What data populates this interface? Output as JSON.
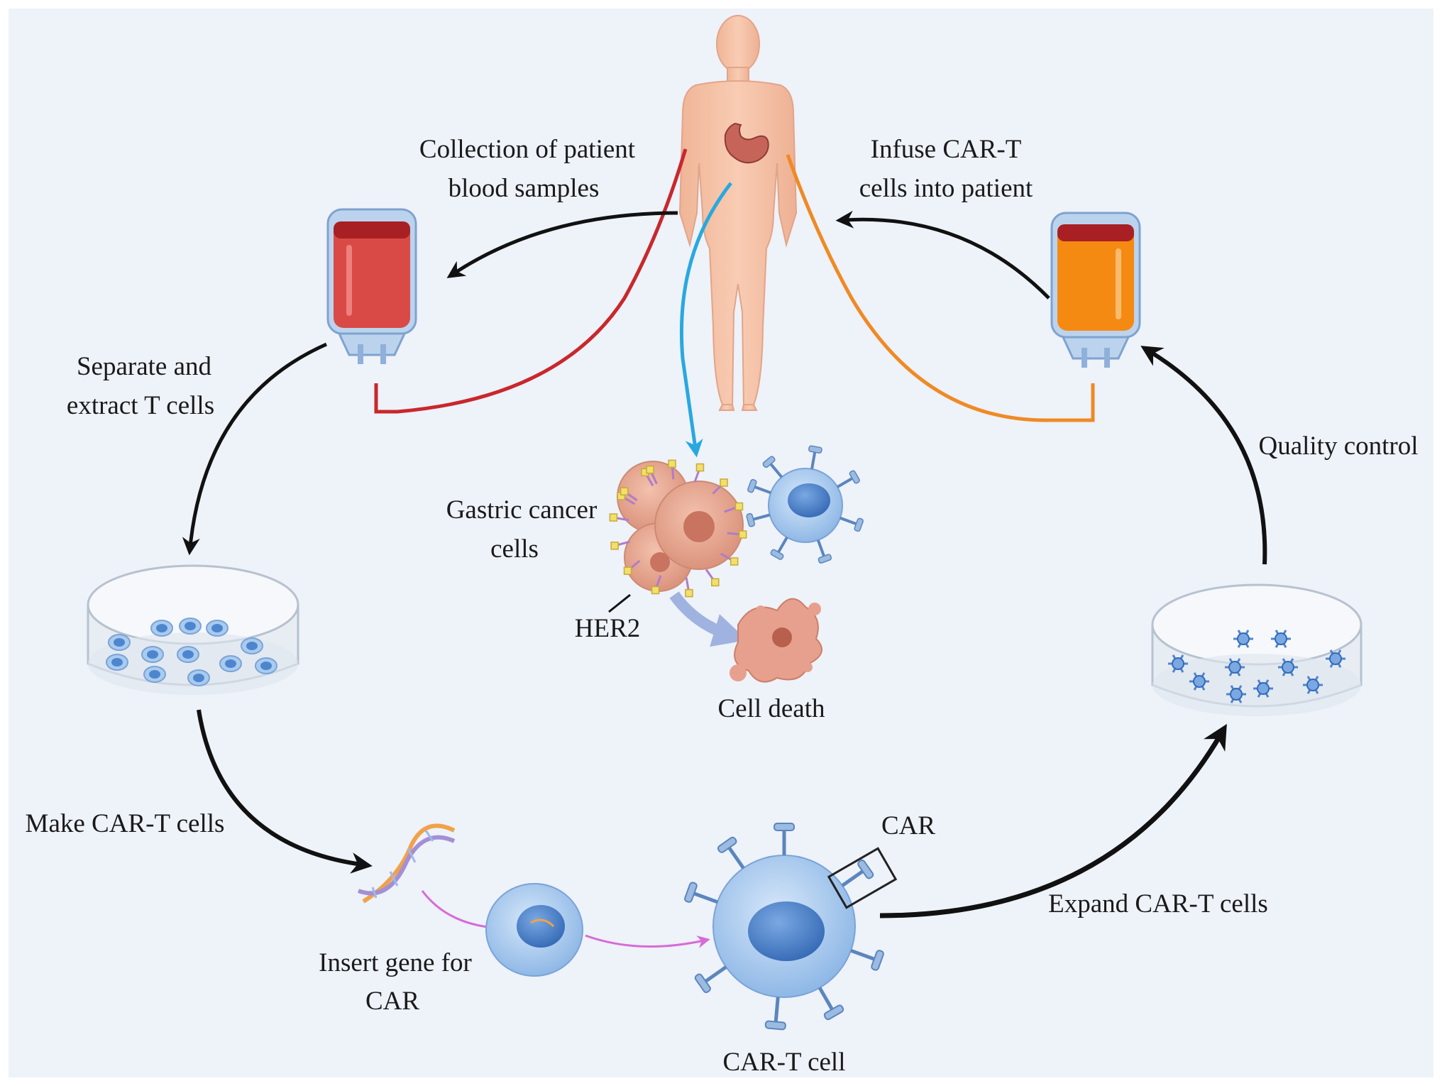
{
  "labels": {
    "collection_line1": "Collection of patient",
    "collection_line2": "blood samples",
    "infuse_line1": "Infuse CAR-T",
    "infuse_line2": "cells into patient",
    "separate_line1": "Separate and",
    "separate_line2": "extract T cells",
    "quality_control": "Quality control",
    "gastric_line1": "Gastric cancer",
    "gastric_line2": "cells",
    "her2": "HER2",
    "cell_death": "Cell death",
    "make_cart": "Make CAR-T cells",
    "car": "CAR",
    "expand_cart": "Expand CAR-T cells",
    "insert_line1": "Insert gene for",
    "insert_line2": "CAR",
    "cart_cell": "CAR-T cell"
  },
  "colors": {
    "background": "#eef2f9",
    "blood_red": "#d94a47",
    "blood_dark": "#b3262a",
    "cart_orange": "#f58a12",
    "tube_red": "#c8282c",
    "tube_orange": "#ef8a25",
    "cyan_arrow": "#29a8e0",
    "skin": "#f4c0a4",
    "cell_blue": "#a9cbee",
    "nucleus_blue": "#4d86cf",
    "cancer_cell": "#e8a893",
    "arrow": "#111111",
    "magenta_arrow": "#d66bd8"
  }
}
